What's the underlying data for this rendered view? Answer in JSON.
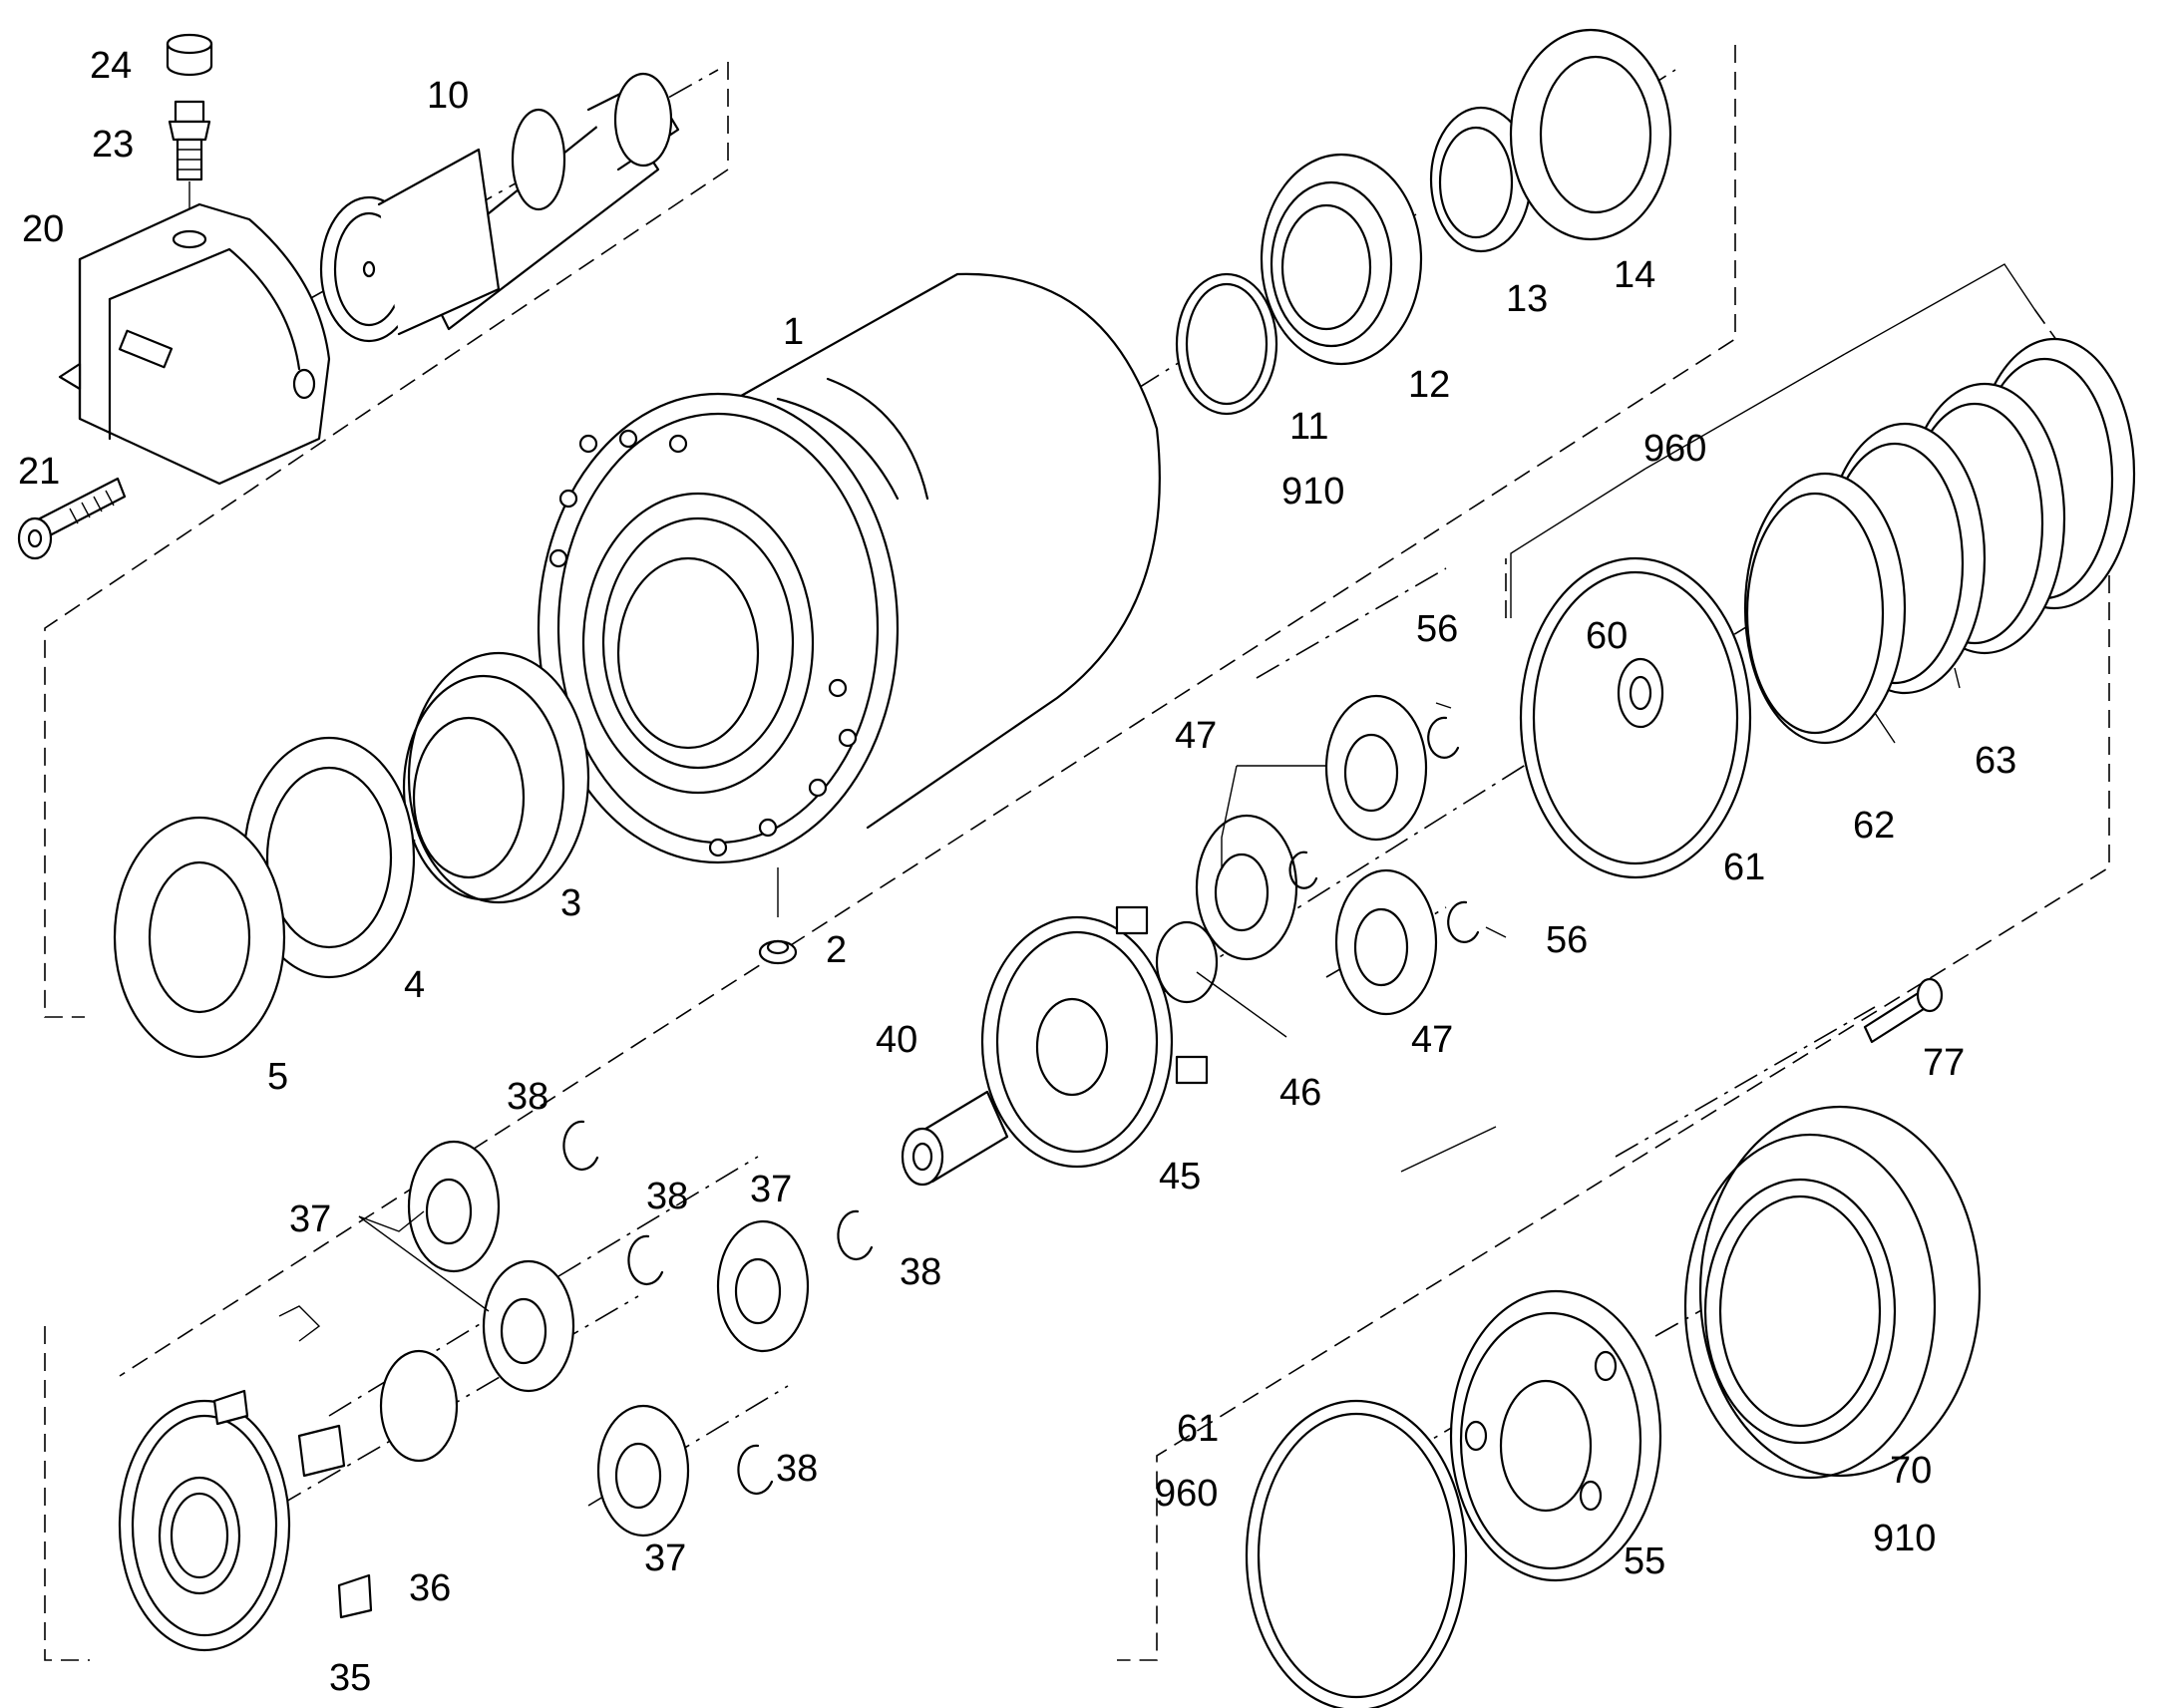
{
  "callouts": {
    "c1": "1",
    "c2": "2",
    "c3": "3",
    "c4": "4",
    "c5": "5",
    "c10": "10",
    "c11": "11",
    "c12": "12",
    "c13": "13",
    "c14": "14",
    "c20": "20",
    "c21": "21",
    "c23": "23",
    "c24": "24",
    "c35": "35",
    "c36": "36",
    "c37a": "37",
    "c37b": "37",
    "c37c": "37",
    "c38a": "38",
    "c38b": "38",
    "c38c": "38",
    "c38d": "38",
    "c40": "40",
    "c45": "45",
    "c46": "46",
    "c47a": "47",
    "c47b": "47",
    "c55": "55",
    "c56a": "56",
    "c56b": "56",
    "c60": "60",
    "c61a": "61",
    "c61b": "61",
    "c62": "62",
    "c63": "63",
    "c70": "70",
    "c77": "77",
    "c910a": "910",
    "c910b": "910",
    "c960a": "960",
    "c960b": "960"
  }
}
